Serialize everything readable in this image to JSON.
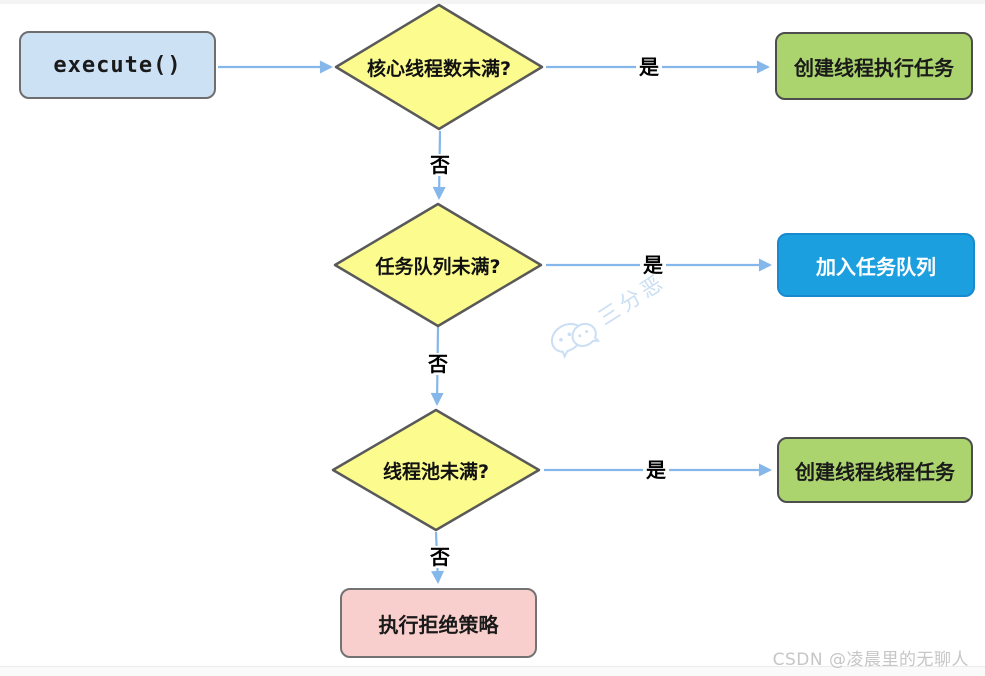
{
  "flowchart": {
    "title": "thread-pool execute flow",
    "nodes": {
      "start": {
        "label": "execute()"
      },
      "decision_core": {
        "label": "核心线程数未满?"
      },
      "action_create": {
        "label": "创建线程执行任务"
      },
      "decision_queue": {
        "label": "任务队列未满?"
      },
      "action_enqueue": {
        "label": "加入任务队列"
      },
      "decision_pool": {
        "label": "线程池未满?"
      },
      "action_create2": {
        "label": "创建线程线程任务"
      },
      "action_reject": {
        "label": "执行拒绝策略"
      }
    },
    "edge_labels": {
      "yes": "是",
      "no": "否"
    },
    "colors": {
      "start_fill": "#cde1f5",
      "decision_fill": "#fcfc8e",
      "decision_border": "#595959",
      "action_green_fill": "#abd46e",
      "action_blue_fill": "#1c9fdf",
      "reject_fill": "#f9cfcd",
      "arrow": "#85b7ea"
    }
  },
  "watermarks": {
    "wechat_name": "三分恶",
    "wechat_icon": "wechat-icon",
    "csdn": "CSDN @凌晨里的无聊人"
  }
}
